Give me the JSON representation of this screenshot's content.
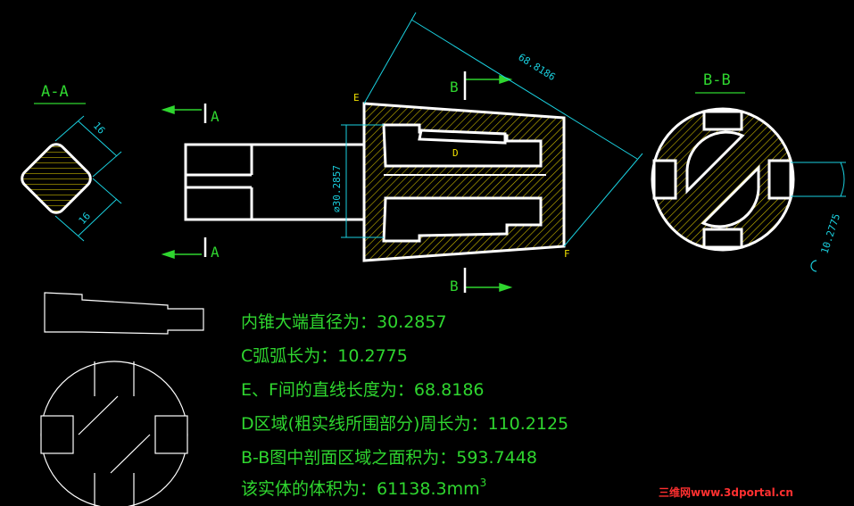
{
  "views": {
    "section_aa": "A-A",
    "section_bb": "B-B",
    "cut_a_top": "A",
    "cut_a_bottom": "A",
    "cut_b_top": "B",
    "cut_b_bottom": "B",
    "point_e": "E",
    "point_f": "F",
    "region_d": "D"
  },
  "dimensions": {
    "aa_top": "16",
    "aa_bottom": "16",
    "ef_length": "68.8186",
    "diameter": "⌀30.2857",
    "arc_length": "10.2775"
  },
  "answers": [
    "内锥大端直径为：30.2857",
    "C弧弧长为：10.2775",
    "E、F间的直线长度为：68.8186",
    "D区域(粗实线所围部分)周长为：110.2125",
    "B-B图中剖面区域之面积为：593.7448",
    "该实体的体积为：61138.3mm"
  ],
  "volume_superscript": "3",
  "watermark": "三维网www.3dportal.cn",
  "colors": {
    "background": "#000000",
    "outline": "#ffffff",
    "text": "#2fd62f",
    "dimension": "#1ad1e0",
    "hatch": "#f0e000",
    "watermark": "#ff3030"
  }
}
